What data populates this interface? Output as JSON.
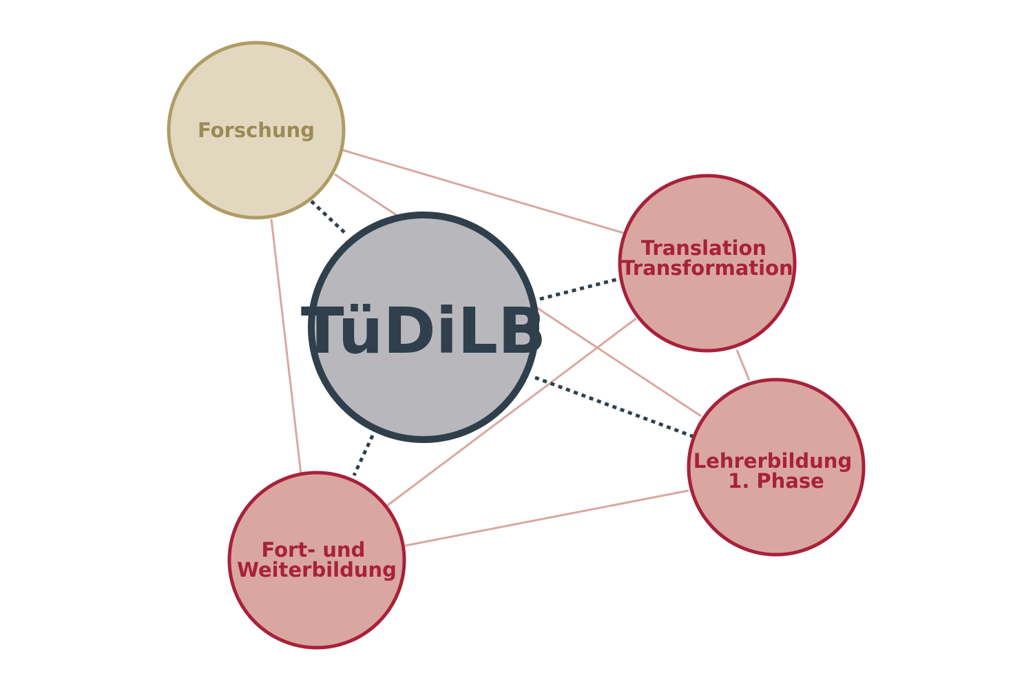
{
  "diagram": {
    "center": {
      "label": "TüDiLB"
    },
    "nodes": {
      "forschung": {
        "lines": [
          "Forschung"
        ]
      },
      "translation": {
        "lines": [
          "Translation",
          "Transformation"
        ]
      },
      "lehrerbildung": {
        "lines": [
          "Lehrerbildung",
          "1. Phase"
        ]
      },
      "fortbildung": {
        "lines": [
          "Fort- und",
          "Weiterbildung"
        ]
      }
    },
    "colors": {
      "center_fill": "#b8b8bc",
      "center_stroke": "#2f3f4c",
      "center_text": "#2f3f4c",
      "forschung_fill": "#e2d8bf",
      "forschung_stroke": "#b09c63",
      "forschung_text": "#9c8a55",
      "red_fill": "#d9a7a0",
      "red_stroke": "#a8213a",
      "red_text": "#a8213a",
      "solid_link": "#d9a7a0",
      "dotted_link": "#2f3f4c"
    }
  }
}
